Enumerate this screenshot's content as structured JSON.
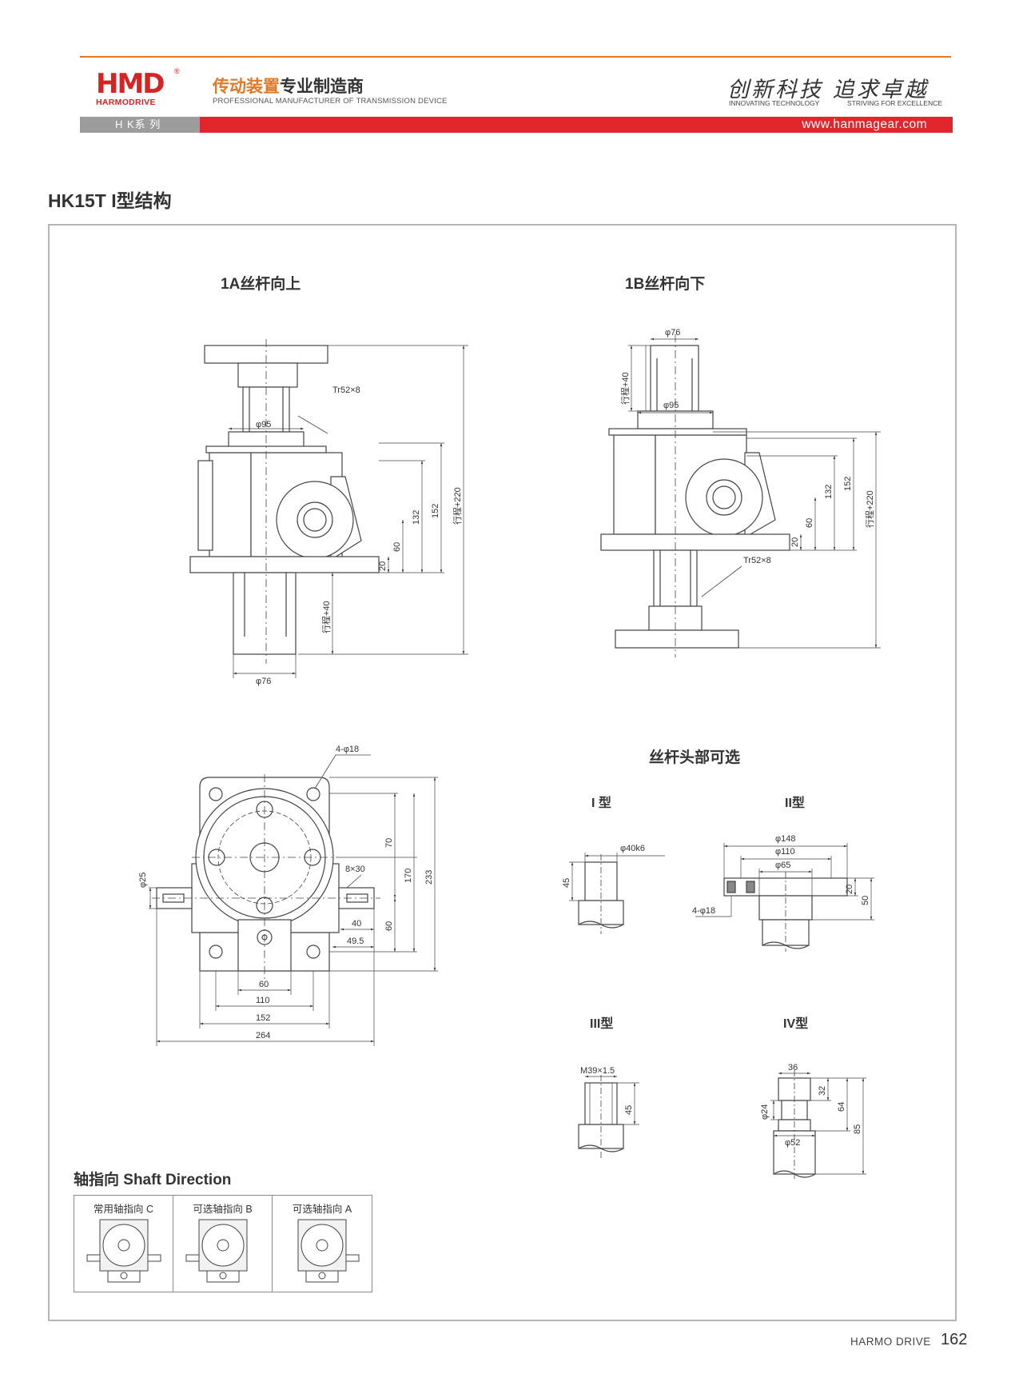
{
  "header": {
    "logo_text": "HMD",
    "logo_sub": "HARMODRIVE",
    "logo_mark": "®",
    "tagline_cn_accent": "传动装置",
    "tagline_cn_rest": "专业制造商",
    "tagline_en": "PROFESSIONAL MANUFACTURER OF TRANSMISSION DEVICE",
    "motto_cn": "创新科技 追求卓越",
    "motto_en_left": "INNOVATING TECHNOLOGY",
    "motto_en_right": "STRIVING FOR EXCELLENCE",
    "series": "H K系 列",
    "url": "www.hanmagear.com",
    "accent_color": "#e0282c",
    "rule_color": "#e07a2a"
  },
  "page_title": "HK15T I型结构",
  "views": {
    "view_1a": "1A丝杆向上",
    "view_1b": "1B丝杆向下",
    "head_options": "丝杆头部可选",
    "type_1": "I 型",
    "type_2": "II型",
    "type_3": "III型",
    "type_4": "IV型"
  },
  "dims_1a": {
    "thread": "Tr52×8",
    "d95": "φ95",
    "d76": "φ76",
    "h132": "132",
    "h152": "152",
    "h220": "行程+220",
    "h60": "60",
    "h20": "20",
    "stroke40": "行程+40"
  },
  "dims_1b": {
    "d76": "φ76",
    "d95": "φ95",
    "stroke40": "行程+40",
    "thread": "Tr52×8",
    "h132": "132",
    "h152": "152",
    "h220": "行程+220",
    "h60": "60",
    "h20": "20"
  },
  "dims_top": {
    "holes": "4-φ18",
    "key": "8×30",
    "shaft": "φ25",
    "h70": "70",
    "h60": "60",
    "h170": "170",
    "h233": "233",
    "w40": "40",
    "w49_5": "49.5",
    "w60": "60",
    "w110": "110",
    "w152": "152",
    "w264": "264"
  },
  "dims_type1": {
    "d": "φ40k6",
    "h": "45"
  },
  "dims_type2": {
    "d148": "φ148",
    "d110": "φ110",
    "d65": "φ65",
    "holes": "4-φ18",
    "h20": "20",
    "h50": "50"
  },
  "dims_type3": {
    "thread": "M39×1.5",
    "h": "45"
  },
  "dims_type4": {
    "w36": "36",
    "d24": "φ24",
    "d52": "φ52",
    "h32": "32",
    "h64": "64",
    "h85": "85"
  },
  "shaft_direction": {
    "title": "轴指向 Shaft Direction",
    "options": [
      {
        "label": "常用轴指向 C"
      },
      {
        "label": "可选轴指向 B"
      },
      {
        "label": "可选轴指向 A"
      }
    ]
  },
  "footer": {
    "brand": "HARMO DRIVE",
    "page": "162"
  }
}
